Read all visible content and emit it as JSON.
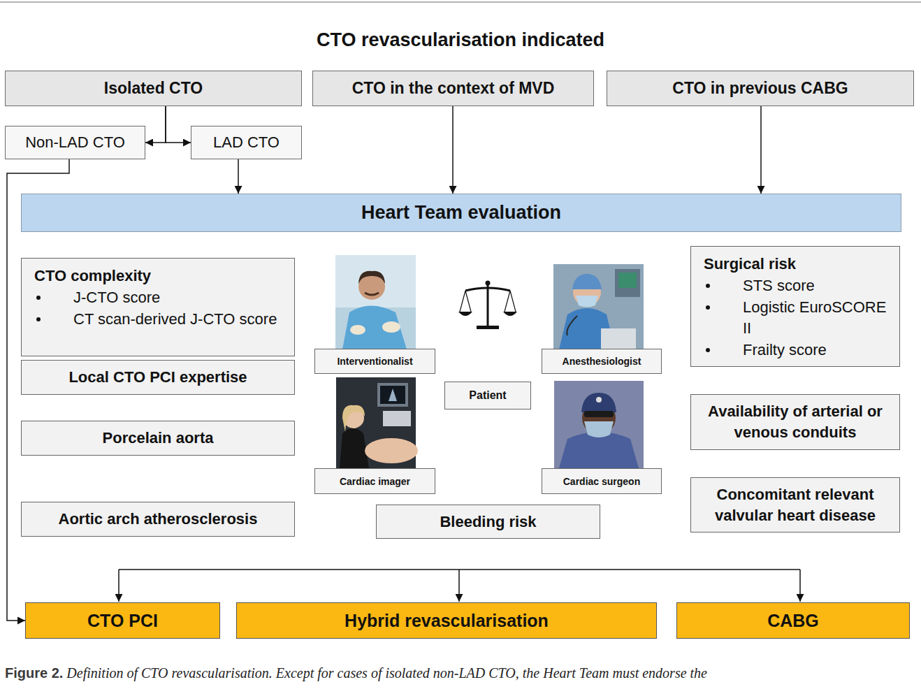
{
  "diagram": {
    "title": "CTO revascularisation indicated",
    "caption": "Figure 2. Definition of CTO revascularisation. Except for cases of isolated non-LAD CTO, the Heart Team must endorse the",
    "nodes": [
      {
        "text": [
          "Isolated CTO"
        ]
      },
      {
        "text": [
          "CTO in the context of MVD"
        ]
      },
      {
        "text": [
          "CTO in previous CABG"
        ]
      },
      {
        "text": [
          "Non-LAD CTO"
        ]
      },
      {
        "text": [
          "LAD CTO"
        ]
      },
      {
        "text": [
          "Heart Team evaluation"
        ]
      },
      {
        "text": [
          "CTO complexity",
          "J-CTO score",
          "CT scan-derived J-CTO score"
        ]
      },
      {
        "text": [
          "Interventionalist"
        ]
      },
      {
        "text": [
          "Anesthesiologist"
        ]
      },
      {
        "text": [
          "Surgical risk",
          "STS score",
          "Logistic EuroSCORE II",
          "Frailty score"
        ]
      },
      {
        "text": [
          "Local CTO PCI expertise"
        ]
      },
      {
        "text": [
          "Patient"
        ]
      },
      {
        "text": [
          "Availability of arterial or venous conduits"
        ]
      },
      {
        "text": [
          "Porcelain aorta"
        ]
      },
      {
        "text": [
          "Cardiac imager"
        ]
      },
      {
        "text": [
          "Cardiac surgeon"
        ]
      },
      {
        "text": [
          "Concomitant relevant valvular heart disease"
        ]
      },
      {
        "text": [
          "Aortic arch atherosclerosis"
        ]
      },
      {
        "text": [
          "Bleeding risk"
        ]
      },
      {
        "text": [
          "CTO PCI"
        ]
      },
      {
        "text": [
          "Hybrid revascularisation"
        ]
      },
      {
        "text": [
          "CABG"
        ]
      }
    ],
    "edges": [
      {
        "from": 0,
        "to": 3,
        "arrow": "to"
      },
      {
        "from": 0,
        "to": 4,
        "arrow": "to"
      },
      {
        "from": 4,
        "to": 5,
        "arrow": "to"
      },
      {
        "from": 1,
        "to": 5,
        "arrow": "to"
      },
      {
        "from": 2,
        "to": 5,
        "arrow": "to"
      },
      {
        "from": 3,
        "to": 19,
        "arrow": "to"
      }
    ]
  }
}
